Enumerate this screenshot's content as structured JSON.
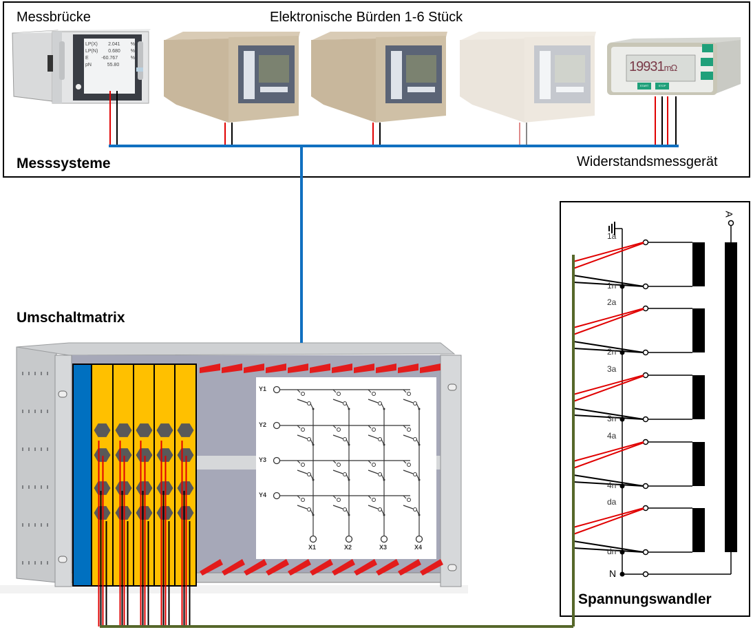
{
  "measurement_systems": {
    "title": "Messsysteme",
    "bridge_label": "Messbrücke",
    "burdens_label": "Elektronische Bürden 1-6 Stück",
    "ohmmeter_label": "Widerstandsmessgerät",
    "bridge_display": {
      "rows": [
        {
          "name": "LP(X)",
          "value": "2.041",
          "unit": "%"
        },
        {
          "name": "LP(N)",
          "value": "0.680",
          "unit": "%"
        },
        {
          "name": "E",
          "value": "-60.767",
          "unit": "%"
        },
        {
          "name": "pN",
          "value": "55.80",
          "unit": ""
        }
      ]
    },
    "ohmmeter_display": {
      "value": "19931",
      "unit": "mΩ",
      "start_label": "START",
      "stop_label": "STOP"
    }
  },
  "matrix": {
    "title": "Umschaltmatrix",
    "rows": [
      "Y1",
      "Y2",
      "Y3",
      "Y4"
    ],
    "columns": [
      "X1",
      "X2",
      "X3",
      "X4"
    ]
  },
  "transformer": {
    "title": "Spannungswandler",
    "primary_terminal": "A",
    "neutral_terminal": "N",
    "windings": [
      {
        "a": "1a",
        "n": "1n"
      },
      {
        "a": "2a",
        "n": "2n"
      },
      {
        "a": "3a",
        "n": "3n"
      },
      {
        "a": "4a",
        "n": "4n"
      },
      {
        "a": "da",
        "n": "dn"
      }
    ]
  },
  "colors": {
    "bus": "#1070c0",
    "ground_bus": "#56672a",
    "wire_red": "#e00000",
    "wire_black": "#000000",
    "card_yellow": "#ffc000",
    "card_blue": "#0070c0",
    "terminal_gray": "#595959"
  }
}
